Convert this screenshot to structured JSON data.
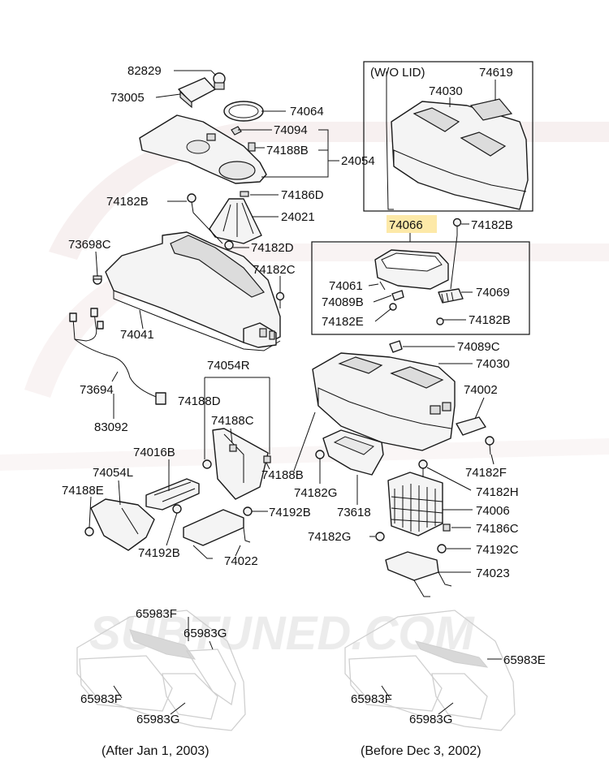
{
  "highlight_color": "#fde9a8",
  "box_label": "(W/O  LID)",
  "parts": {
    "p82829": "82829",
    "p73005": "73005",
    "p74064": "74064",
    "p74094": "74094",
    "p74188B_top": "74188B",
    "p24054": "24054",
    "p74182B_a": "74182B",
    "p74186D": "74186D",
    "p24021": "24021",
    "p73698C": "73698C",
    "p74182D": "74182D",
    "p74182C": "74182C",
    "p74041": "74041",
    "p73694": "73694",
    "p83092": "83092",
    "p74619": "74619",
    "p74030_top": "74030",
    "p74066": "74066",
    "p74182B_b": "74182B",
    "p74061": "74061",
    "p74069": "74069",
    "p74089B": "74089B",
    "p74182E": "74182E",
    "p74182B_c": "74182B",
    "p74089C": "74089C",
    "p74030": "74030",
    "p74002": "74002",
    "p74182F": "74182F",
    "p74054R": "74054R",
    "p74188D": "74188D",
    "p74188C": "74188C",
    "p74016B": "74016B",
    "p74054L": "74054L",
    "p74188E": "74188E",
    "p74188B_mid": "74188B",
    "p74182G": "74182G",
    "p74182H": "74182H",
    "p74192B_a": "74192B",
    "p73618": "73618",
    "p74006": "74006",
    "p74182G_b": "74182G",
    "p74186C": "74186C",
    "p74192B_b": "74192B",
    "p74022": "74022",
    "p74192C": "74192C",
    "p74023": "74023",
    "p65983F_a": "65983F",
    "p65983G_a": "65983G",
    "p65983F_b": "65983F",
    "p65983G_b": "65983G",
    "p65983E": "65983E",
    "p65983F_c": "65983F",
    "p65983G_c": "65983G"
  },
  "captions": {
    "left": "(After Jan 1, 2003)",
    "right": "(Before Dec 3, 2002)"
  }
}
